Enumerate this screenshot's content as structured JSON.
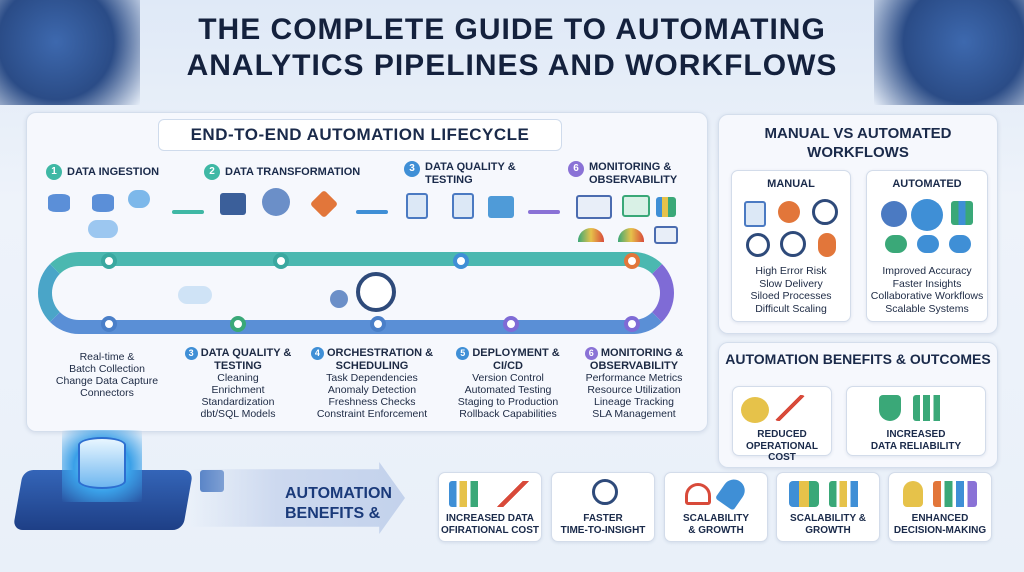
{
  "title_line1": "THE COMPLETE GUIDE TO AUTOMATING",
  "title_line2": "ANALYTICS PIPELINES AND WORKFLOWS",
  "lifecycle": {
    "title": "END-TO-END AUTOMATION LIFECYCLE",
    "top_stages": [
      {
        "num": "1",
        "label": "DATA INGESTION"
      },
      {
        "num": "2",
        "label": "DATA TRANSFORMATION"
      },
      {
        "num": "3",
        "label": "DATA QUALITY &",
        "label2": "TESTING"
      },
      {
        "num": "6",
        "label": "MONITORING &",
        "label2": "OBSERVABILITY"
      }
    ],
    "bottom_stages": [
      {
        "num": "",
        "title": "",
        "title2": "",
        "items": [
          "Real-time &",
          "Batch Collection",
          "Change Data Capture",
          "Connectors"
        ]
      },
      {
        "num": "3",
        "title": "DATA QUALITY &",
        "title2": "TESTING",
        "items": [
          "Cleaning",
          "Enrichment",
          "Standardization",
          "dbt/SQL Models"
        ]
      },
      {
        "num": "4",
        "title": "ORCHESTRATION &",
        "title2": "SCHEDULING",
        "items": [
          "Task Dependencies",
          "Anomaly Detection",
          "Freshness Checks",
          "Constraint Enforcement"
        ]
      },
      {
        "num": "5",
        "title": "DEPLOYMENT &",
        "title2": "CI/CD",
        "items": [
          "Version Control",
          "Automated Testing",
          "Staging to Production",
          "Rollback Capabilities"
        ]
      },
      {
        "num": "6",
        "title": "MONITORING &",
        "title2": "OBSERVABILITY",
        "items": [
          "Performance Metrics",
          "Resource Utilization",
          "Lineage Tracking",
          "SLA Management"
        ]
      }
    ]
  },
  "comparison": {
    "title_line1": "MANUAL VS AUTOMATED",
    "title_line2": "WORKFLOWS",
    "manual": {
      "label": "MANUAL",
      "items": [
        "High Error Risk",
        "Slow Delivery",
        "Siloed Processes",
        "Difficult Scaling"
      ]
    },
    "automated": {
      "label": "AUTOMATED",
      "items": [
        "Improved Accuracy",
        "Faster Insights",
        "Collaborative Workflows",
        "Scalable Systems"
      ]
    }
  },
  "outcomes": {
    "title": "AUTOMATION BENEFITS & OUTCOMES",
    "cards": [
      {
        "line1": "REDUCED",
        "line2": "OPERATIONAL COST"
      },
      {
        "line1": "INCREASED",
        "line2": "DATA RELIABILITY"
      }
    ]
  },
  "benefits": {
    "title_line1": "AUTOMATION",
    "title_line2": "BENEFITS &",
    "cards": [
      {
        "line1": "INCREASED DATA",
        "line2": "OFIRATIONAL COST"
      },
      {
        "line1": "FASTER",
        "line2": "TIME-TO-INSIGHT"
      },
      {
        "line1": "SCALABILITY",
        "line2": "& GROWTH"
      },
      {
        "line1": "SCALABILITY &",
        "line2": "GROWTH"
      },
      {
        "line1": "ENHANCED",
        "line2": "DECISION-MAKING"
      }
    ]
  },
  "colors": {
    "teal": "#3fb8a5",
    "blue": "#3f8fd6",
    "purple": "#8a72d6",
    "navy": "#14213d"
  }
}
